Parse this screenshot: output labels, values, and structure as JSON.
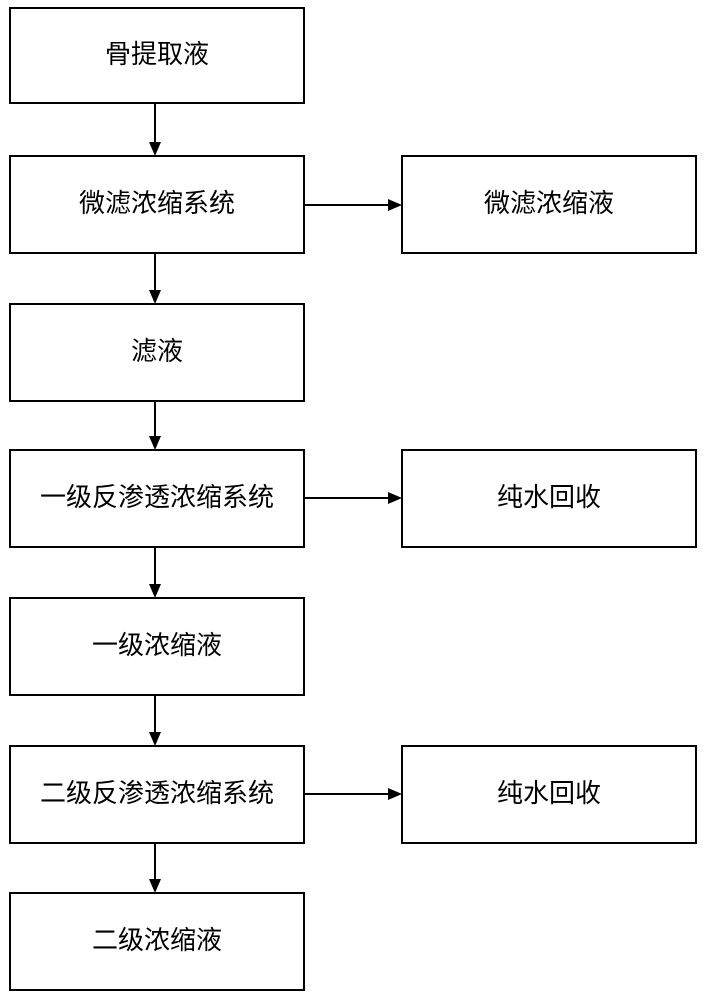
{
  "nodes": {
    "bone_extract": "骨提取液",
    "microfiltration_system": "微滤浓缩系统",
    "microfiltration_concentrate": "微滤浓缩液",
    "filtrate": "滤液",
    "ro1_system": "一级反渗透浓缩系统",
    "pure_water_1": "纯水回收",
    "ro1_concentrate": "一级浓缩液",
    "ro2_system": "二级反渗透浓缩系统",
    "pure_water_2": "纯水回收",
    "ro2_concentrate": "二级浓缩液"
  }
}
